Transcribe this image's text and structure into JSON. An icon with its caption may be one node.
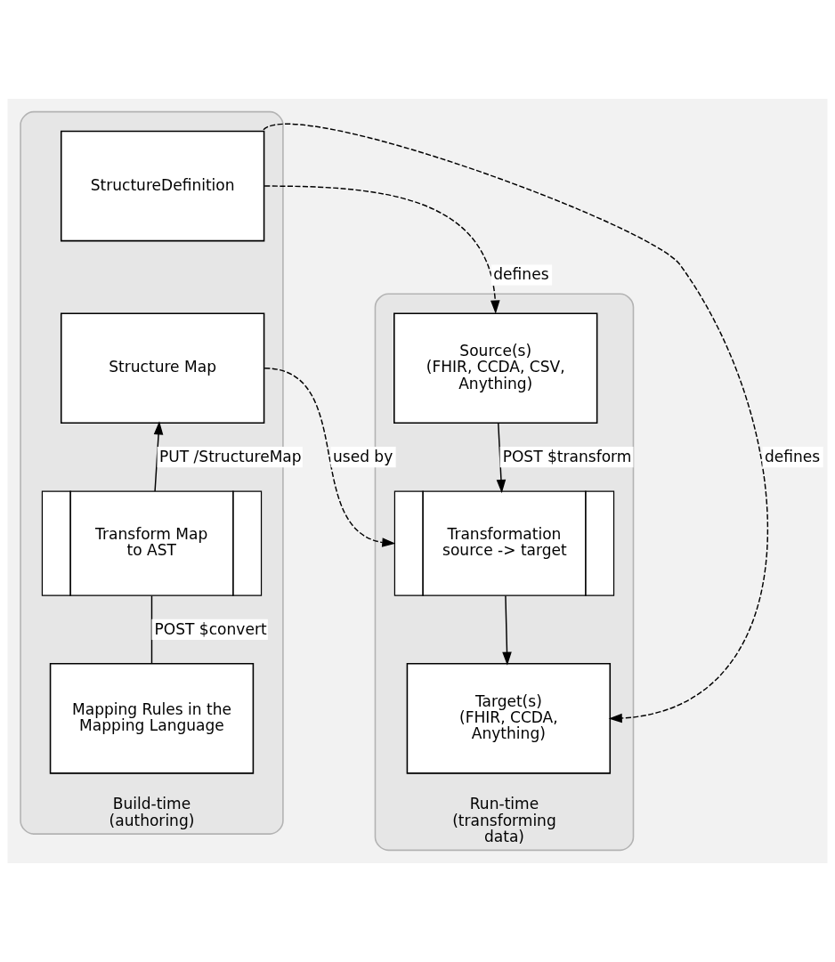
{
  "diagram": {
    "nodes": [
      {
        "text": [
          "Build-time (authoring)"
        ]
      },
      {
        "text": [
          "StructureDefinition"
        ],
        "in": 0
      },
      {
        "text": [
          "Structure Map"
        ],
        "in": 0
      },
      {
        "text": [
          "Transform Map to AST"
        ],
        "in": 0
      },
      {
        "text": [
          "Mapping Rules in the Mapping Language"
        ],
        "in": 0
      },
      {
        "text": [
          "Run-time (transforming data)"
        ]
      },
      {
        "text": [
          "Source(s)",
          "(FHIR, CCDA, CSV, Anything)"
        ],
        "in": 5
      },
      {
        "text": [
          "Transformation source -> target"
        ],
        "in": 5
      },
      {
        "text": [
          "Target(s)",
          "(FHIR, CCDA, Anything)"
        ],
        "in": 5
      }
    ],
    "edges": [
      {
        "from": 1,
        "to": 6,
        "arrow": "to",
        "label": "defines",
        "style": "dashed"
      },
      {
        "from": 1,
        "to": 8,
        "arrow": "to",
        "label": "defines",
        "style": "dashed"
      },
      {
        "from": 2,
        "to": 7,
        "arrow": "to",
        "label": "used by",
        "style": "dashed"
      },
      {
        "from": 3,
        "to": 2,
        "arrow": "to",
        "label": "PUT /StructureMap"
      },
      {
        "from": 6,
        "to": 7,
        "arrow": "to",
        "label": "POST $transform"
      },
      {
        "from": 4,
        "to": 3,
        "arrow": "none",
        "label": "POST $convert"
      },
      {
        "from": 7,
        "to": 8,
        "arrow": "to"
      }
    ]
  }
}
